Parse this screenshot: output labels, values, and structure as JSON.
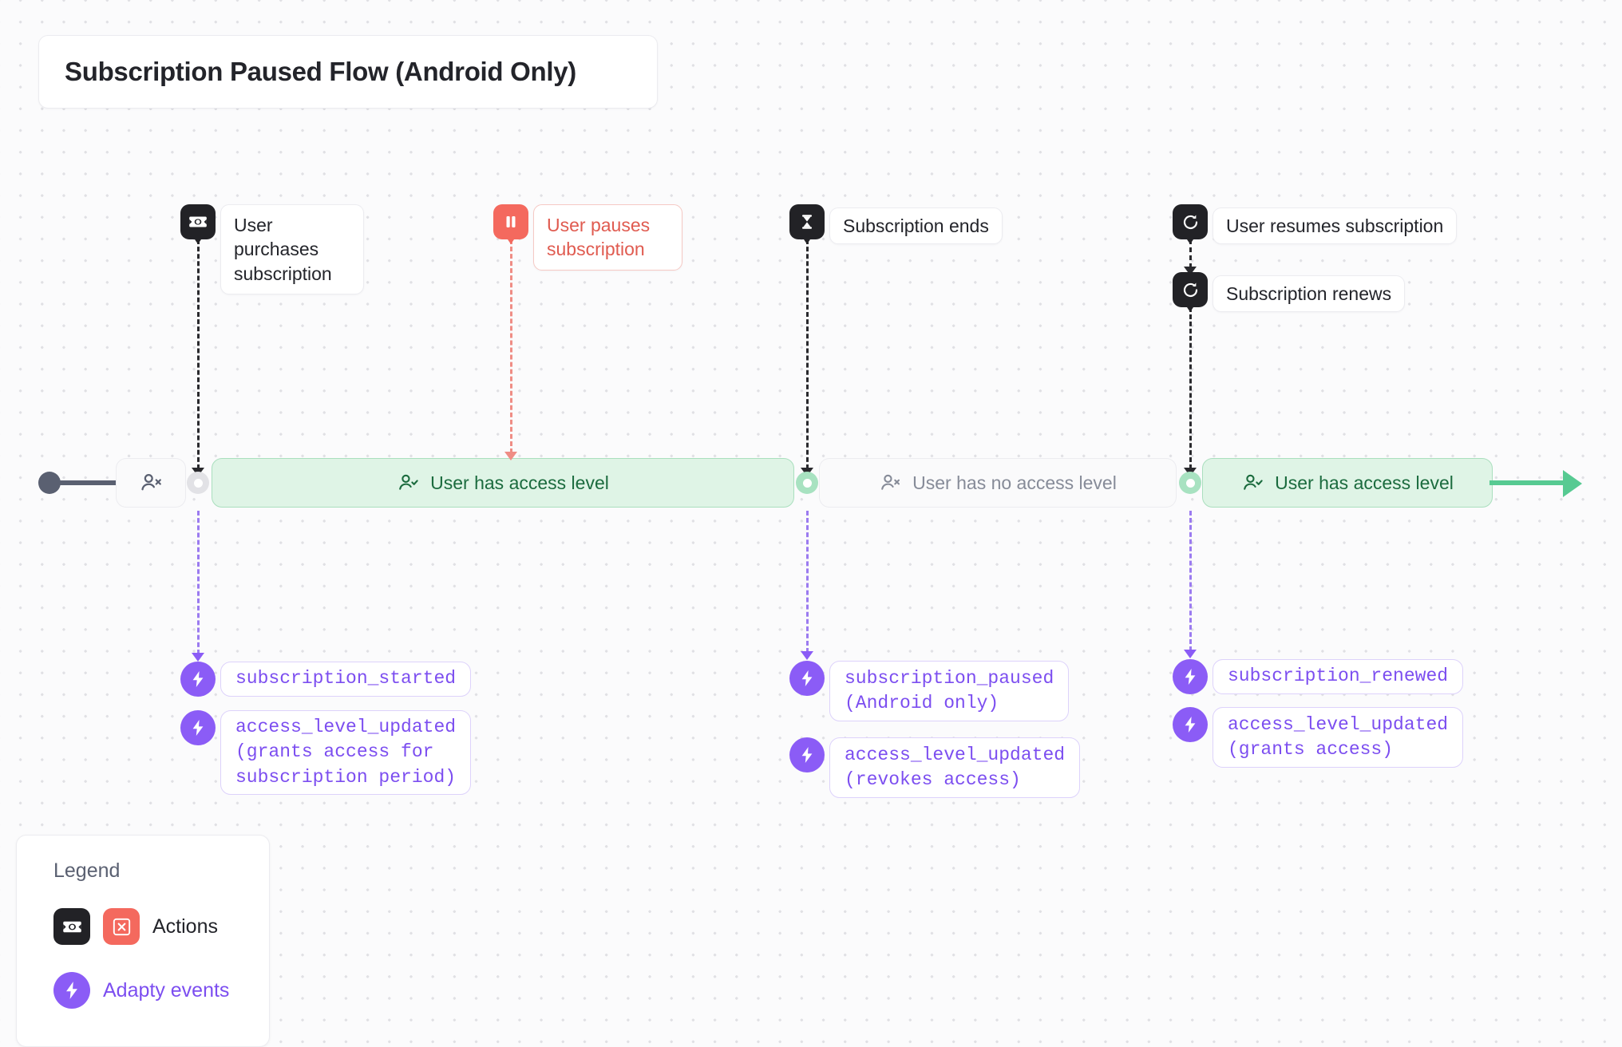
{
  "diagram": {
    "title": "Subscription Paused Flow (Android Only)",
    "background": "#fbfbfc"
  },
  "actions": [
    {
      "icon": "banknote-icon",
      "label": "User purchases subscription",
      "tone": "dark"
    },
    {
      "icon": "pause-icon",
      "label": "User pauses subscription",
      "tone": "red"
    },
    {
      "icon": "hourglass-icon",
      "label": "Subscription ends",
      "tone": "dark"
    },
    {
      "icon": "refresh-icon",
      "label": "User resumes subscription",
      "tone": "dark"
    },
    {
      "icon": "refresh-icon",
      "label": "Subscription renews",
      "tone": "dark"
    }
  ],
  "timeline": {
    "start_icon": "user-x-icon",
    "segments": [
      {
        "icon": "user-check-icon",
        "label": "User has access level",
        "state": "granted"
      },
      {
        "icon": "user-x-icon",
        "label": "User has no access level",
        "state": "revoked"
      },
      {
        "icon": "user-check-icon",
        "label": "User has access level",
        "state": "granted"
      }
    ]
  },
  "events": {
    "purchase": [
      {
        "icon": "bolt-icon",
        "text": "subscription_started"
      },
      {
        "icon": "bolt-icon",
        "text": "access_level_updated\n(grants access for\nsubscription period)"
      }
    ],
    "paused": [
      {
        "icon": "bolt-icon",
        "text": "subscription_paused\n(Android only)"
      },
      {
        "icon": "bolt-icon",
        "text": "access_level_updated\n(revokes access)"
      }
    ],
    "renewed": [
      {
        "icon": "bolt-icon",
        "text": "subscription_renewed"
      },
      {
        "icon": "bolt-icon",
        "text": "access_level_updated\n(grants access)"
      }
    ]
  },
  "legend": {
    "title": "Legend",
    "rows": [
      {
        "icons": [
          "banknote-icon",
          "x-icon"
        ],
        "label": "Actions"
      },
      {
        "icons": [
          "bolt-icon"
        ],
        "label": "Adapty events"
      }
    ]
  },
  "colors": {
    "accent_purple": "#8b5cf6",
    "access_green": "#dff4e6",
    "access_green_text": "#1b6b3e",
    "action_red": "#f4695e",
    "action_dark": "#222226",
    "muted_grey": "#868b98"
  }
}
